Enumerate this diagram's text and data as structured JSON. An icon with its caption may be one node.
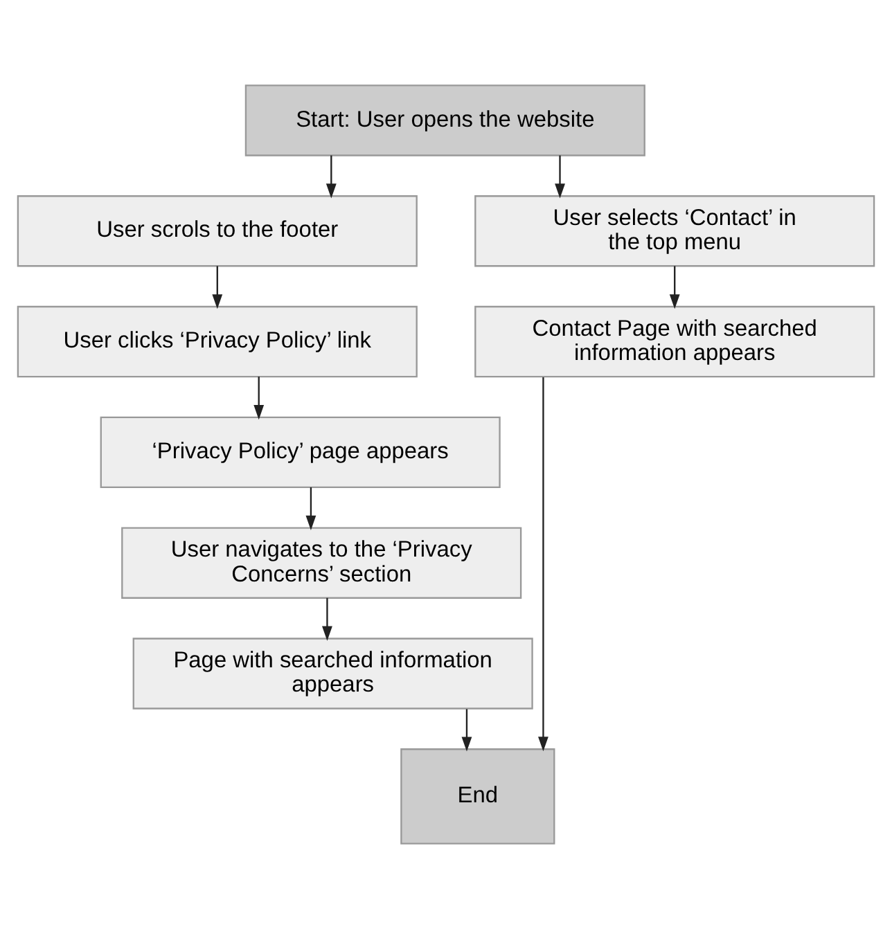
{
  "diagram": {
    "nodes": [
      {
        "text": [
          "Start: User opens the website"
        ]
      },
      {
        "text": [
          "User scrols to the footer"
        ]
      },
      {
        "text": [
          "User clicks ‘Privacy Policy’ link"
        ]
      },
      {
        "text": [
          "‘Privacy Policy’ page appears"
        ]
      },
      {
        "text": [
          "User navigates to the ‘Privacy Concerns’ section"
        ]
      },
      {
        "text": [
          "Page with searched information appears"
        ]
      },
      {
        "text": [
          "User selects ‘Contact’ in the top menu"
        ]
      },
      {
        "text": [
          "Contact Page with searched information appears"
        ]
      },
      {
        "text": [
          "End"
        ]
      }
    ],
    "edges": [
      {
        "from": 0,
        "to": 1,
        "arrow": "to"
      },
      {
        "from": 0,
        "to": 6,
        "arrow": "to"
      },
      {
        "from": 1,
        "to": 2,
        "arrow": "to"
      },
      {
        "from": 2,
        "to": 3,
        "arrow": "to"
      },
      {
        "from": 3,
        "to": 4,
        "arrow": "to"
      },
      {
        "from": 4,
        "to": 5,
        "arrow": "to"
      },
      {
        "from": 6,
        "to": 7,
        "arrow": "to"
      },
      {
        "from": 5,
        "to": 8,
        "arrow": "to"
      },
      {
        "from": 7,
        "to": 8,
        "arrow": "to"
      }
    ]
  }
}
